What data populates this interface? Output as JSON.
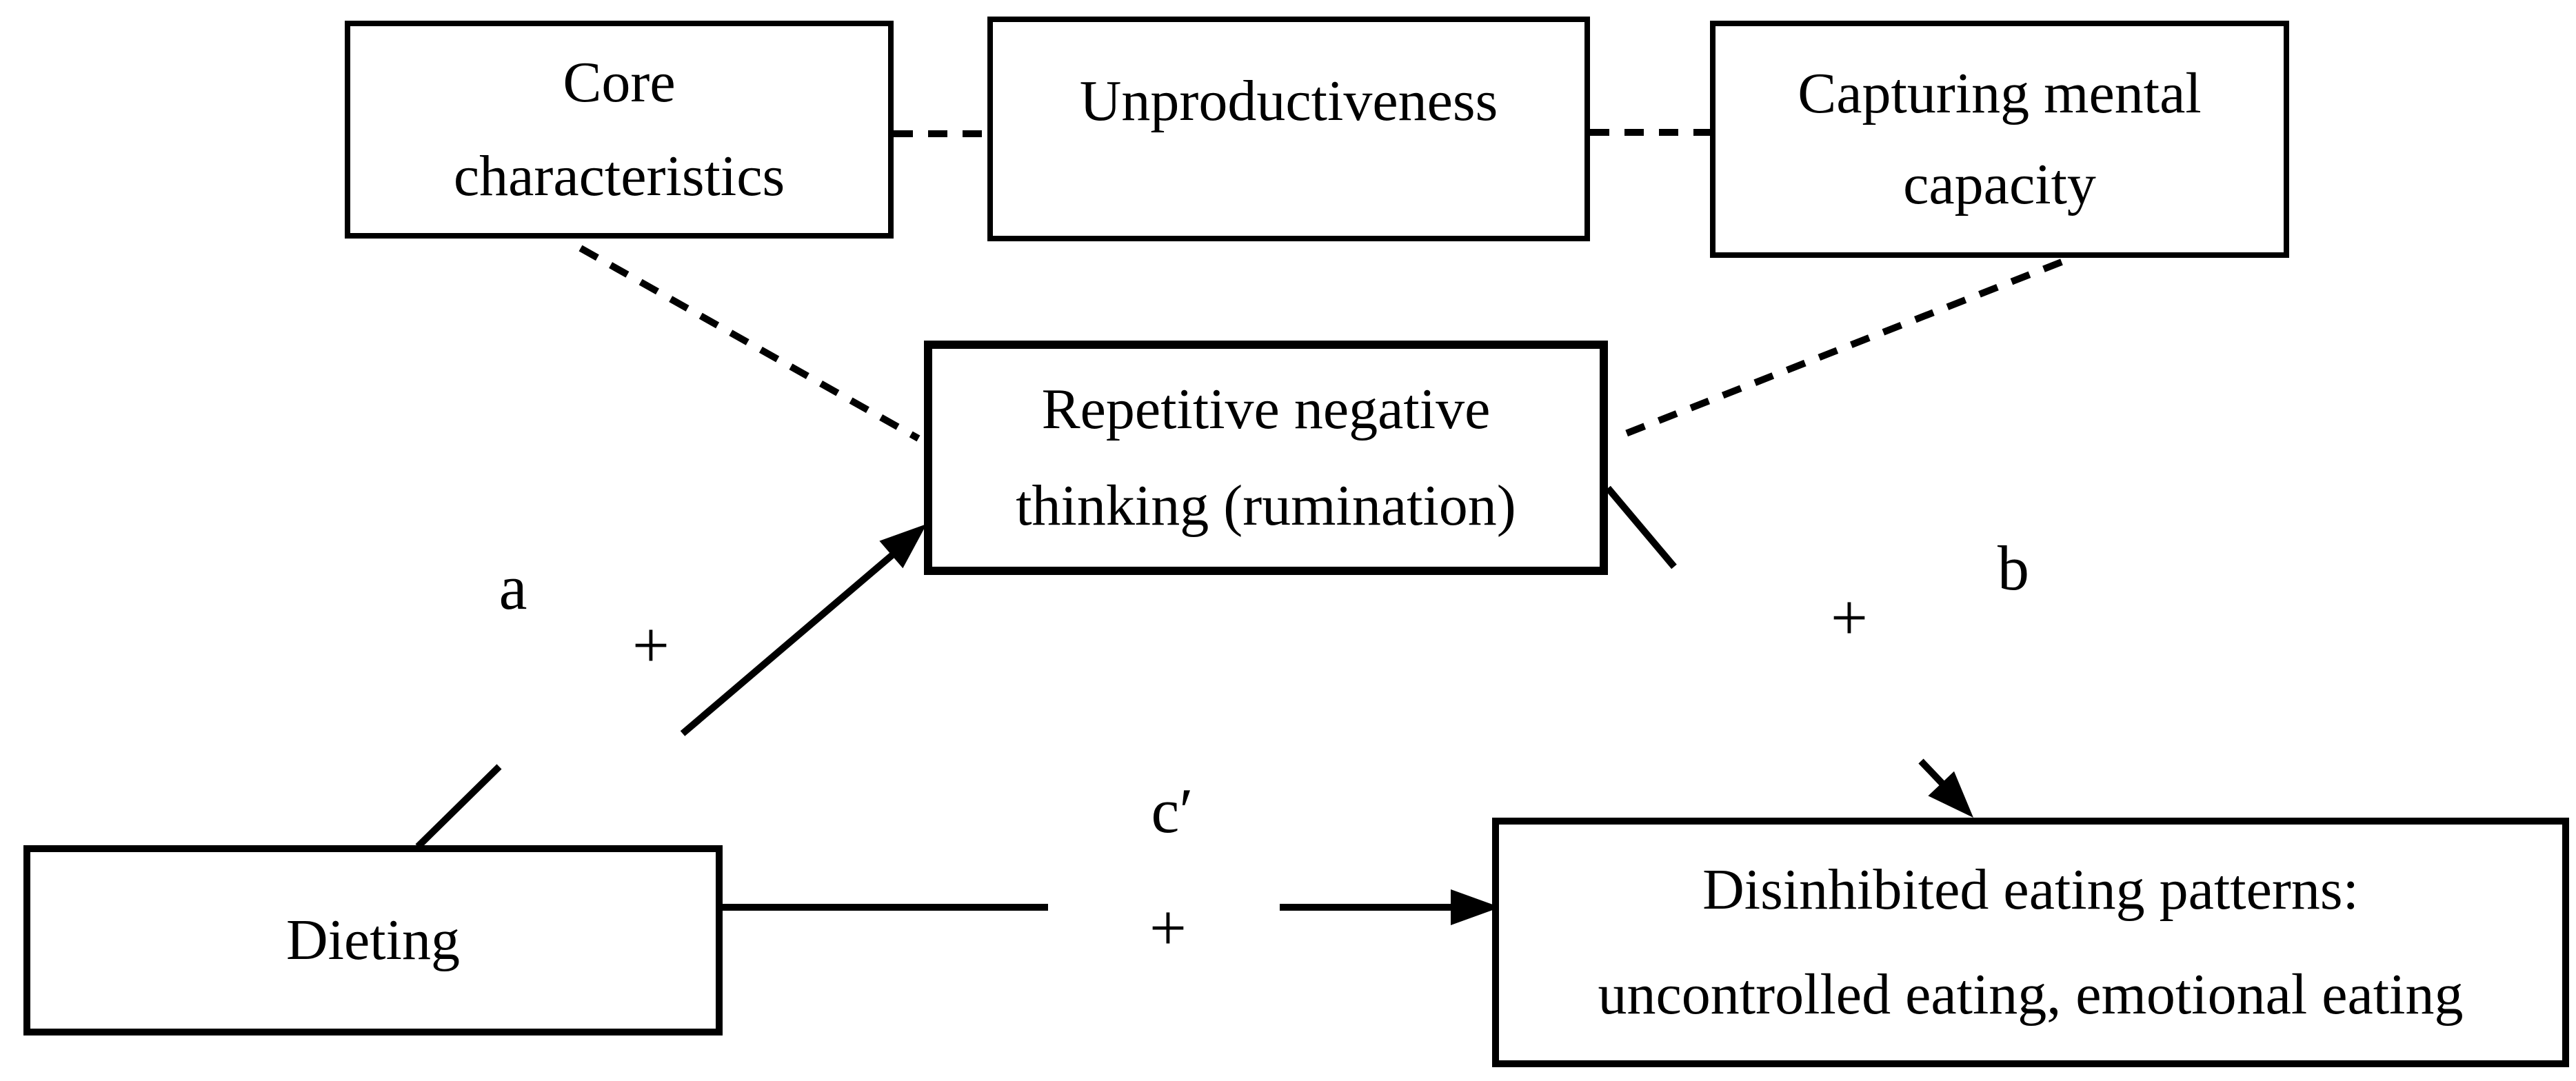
{
  "nodes": {
    "core_characteristics": {
      "lines": [
        "Core",
        "characteristics"
      ]
    },
    "unproductiveness": {
      "lines": [
        "Unproductiveness"
      ]
    },
    "capturing_mental_capacity": {
      "lines": [
        "Capturing mental",
        "capacity"
      ]
    },
    "repetitive_negative_thinking": {
      "lines": [
        "Repetitive negative",
        "thinking (rumination)"
      ]
    },
    "dieting": {
      "lines": [
        "Dieting"
      ]
    },
    "disinhibited_eating": {
      "lines": [
        "Disinhibited eating patterns:",
        "uncontrolled eating, emotional eating"
      ]
    }
  },
  "path_labels": {
    "a": "a",
    "a_sign": "+",
    "b": "b",
    "b_sign": "+",
    "c_prime": "c′",
    "c_sign": "+"
  },
  "edges": [
    {
      "from": "core_characteristics",
      "to": "unproductiveness",
      "style": "dashed",
      "arrow": false
    },
    {
      "from": "unproductiveness",
      "to": "capturing_mental_capacity",
      "style": "dashed",
      "arrow": false
    },
    {
      "from": "core_characteristics",
      "to": "repetitive_negative_thinking",
      "style": "dashed",
      "arrow": false
    },
    {
      "from": "capturing_mental_capacity",
      "to": "repetitive_negative_thinking",
      "style": "dashed",
      "arrow": false
    },
    {
      "from": "dieting",
      "to": "repetitive_negative_thinking",
      "style": "solid",
      "arrow": true,
      "label": "a",
      "sign": "+"
    },
    {
      "from": "repetitive_negative_thinking",
      "to": "disinhibited_eating",
      "style": "solid",
      "arrow": true,
      "label": "b",
      "sign": "+"
    },
    {
      "from": "dieting",
      "to": "disinhibited_eating",
      "style": "solid",
      "arrow": true,
      "label": "c′",
      "sign": "+"
    }
  ],
  "colors": {
    "background": "#ffffff",
    "line": "#000000",
    "text": "#000000"
  }
}
